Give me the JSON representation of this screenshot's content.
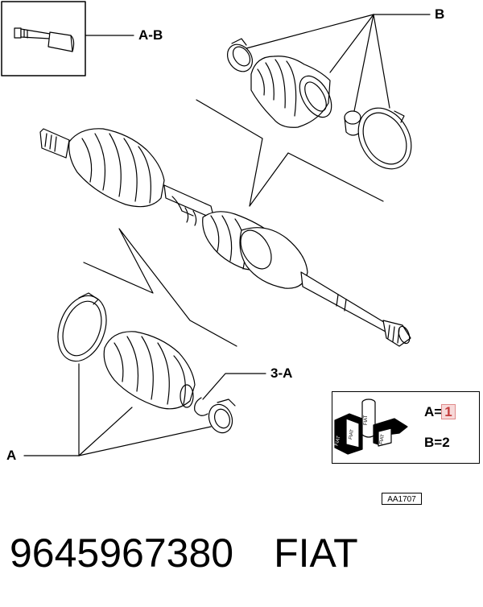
{
  "callouts": {
    "a_b": "A-B",
    "b": "B",
    "three_a": "3-A",
    "a": "A"
  },
  "legend": {
    "a_label": "A=",
    "a_value": "1",
    "b_text": "B=2",
    "box_text_1": "FIAT",
    "box_text_2": "FIAT",
    "box_text_3": "FIAT",
    "box_text_4": "FIAT"
  },
  "reference_code": "AA1707",
  "footer": {
    "part_number": "9645967380",
    "brand": "FIAT"
  },
  "colors": {
    "line": "#000000",
    "highlight_fill": "#f7d9d9",
    "highlight_text": "#c43c3c"
  }
}
